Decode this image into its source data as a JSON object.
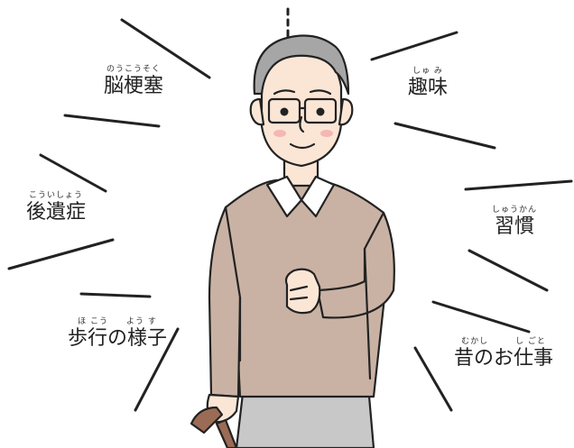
{
  "illustration": "elderly-man-with-glasses-and-cane",
  "colors": {
    "line": "#222222",
    "sweater": "#c9b2a4",
    "shirt": "#ffffff",
    "pants": "#c8c8c8",
    "hair": "#a6a6a6",
    "skin": "#fbe6d6",
    "cheek": "#f5b7b1",
    "cane": "#9c6b55"
  },
  "terms": [
    {
      "id": "stroke",
      "ruby": "のうこうそく",
      "label": "脳梗塞"
    },
    {
      "id": "hobby",
      "ruby": "しゅ み",
      "label": "趣味"
    },
    {
      "id": "aftereffects",
      "ruby": "こういしょう",
      "label": "後遺症"
    },
    {
      "id": "habits",
      "ruby": "しゅうかん",
      "label": "習慣"
    },
    {
      "id": "gait",
      "ruby": "ほ こう　　よう す",
      "label": "歩行の様子"
    },
    {
      "id": "old-job",
      "ruby": "むかし　　　し ごと",
      "label": "昔のお仕事"
    }
  ]
}
